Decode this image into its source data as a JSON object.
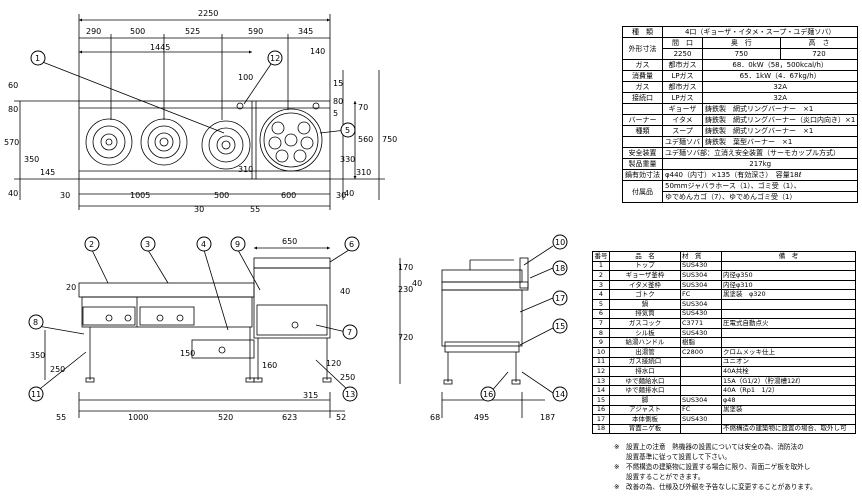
{
  "spec_table": [
    {
      "label": "種　類",
      "value": "4口（ギョーザ・イタメ・スープ・ユデ麺ソバ）"
    },
    {
      "label": "外形寸法",
      "sub": [
        "間　口",
        "奥　行",
        "高　さ"
      ]
    },
    {
      "label": "",
      "sub": [
        "2250",
        "750",
        "720"
      ]
    },
    {
      "label": "ガス",
      "label2": "都市ガス",
      "value": "68．0kW（58，500kcal/h）"
    },
    {
      "label": "消費量",
      "label2": "LPガス",
      "value": "65．1kW（4．67kg/h）"
    },
    {
      "label": "ガス",
      "label2": "都市ガス",
      "value": "32A"
    },
    {
      "label": "接続口",
      "label2": "LPガス",
      "value": "32A"
    },
    {
      "label": "",
      "label2": "ギョーザ",
      "value": "鋳鉄製　網式リングバーナー　×1"
    },
    {
      "label": "バーナー",
      "label2": "イタメ",
      "value": "鋳鉄製　網式リングバーナー（炎口内向き）×1"
    },
    {
      "label": "種類",
      "label2": "スープ",
      "value": "鋳鉄製　網式リングバーナー　×1"
    },
    {
      "label": "",
      "label2": "ユデ麺ソバ",
      "value": "鋳鉄製　葉型バーナー　×1"
    },
    {
      "label": "安全装置",
      "value": "ユデ麺ソバ部：立消え安全装置（サーモカップル方式）"
    },
    {
      "label": "製品重量",
      "value": "217kg"
    },
    {
      "label": "鍋有効寸法",
      "value": "φ440（内寸）×135（有効深さ）　容量18ℓ"
    },
    {
      "label": "付属品",
      "value": "50mmジャバラホース（1）、ゴミ受（1）、"
    },
    {
      "label": "",
      "value": "ゆでめんカゴ（7）、ゆでめんゴミ受（1）"
    }
  ],
  "parts_header": [
    "番号",
    "品　名",
    "材　質",
    "備　考"
  ],
  "parts": [
    [
      "1",
      "トップ",
      "SUS430",
      ""
    ],
    [
      "2",
      "ギョーザ釜枠",
      "SUS304",
      "内径φ350"
    ],
    [
      "3",
      "イタメ釜枠",
      "SUS304",
      "内径φ310"
    ],
    [
      "4",
      "ゴトク",
      "FC",
      "黒塗装　φ320"
    ],
    [
      "5",
      "鍋",
      "SUS304",
      ""
    ],
    [
      "6",
      "排気筒",
      "SUS430",
      ""
    ],
    [
      "7",
      "ガスコック",
      "C3771",
      "圧電式自動点火"
    ],
    [
      "8",
      "シル板",
      "SUS430",
      ""
    ],
    [
      "9",
      "給湯ハンドル",
      "樹脂",
      ""
    ],
    [
      "10",
      "出湯管",
      "C2800",
      "クロムメッキ仕上"
    ],
    [
      "11",
      "ガス接続口",
      "",
      "ユニオン"
    ],
    [
      "12",
      "排水口",
      "",
      "40A共栓"
    ],
    [
      "13",
      "ゆで麺給水口",
      "",
      "15A（G1/2）（貯湯槽12ℓ）"
    ],
    [
      "14",
      "ゆで麺排水口",
      "",
      "40A（Rp1　1/2）"
    ],
    [
      "15",
      "脚",
      "SUS304",
      "φ48"
    ],
    [
      "16",
      "アジャスト",
      "FC",
      "黒塗装"
    ],
    [
      "17",
      "本体側板",
      "SUS430",
      ""
    ],
    [
      "18",
      "背面ニゲ板",
      "",
      "不燃構造の建築物に設置の場合、取外し可"
    ]
  ],
  "notes": [
    "設置上の注意　熱機器の設置については安全の為、消防法の",
    "設置基準に従って設置して下さい。",
    "不燃構造の建築物に設置する場合に限り、背面ニゲ板を取外し",
    "設置することができます。",
    "改善の為、仕様及び外観を予告なしに変更することがあります。"
  ],
  "note_mark": "※",
  "dims": {
    "top_total": "2250",
    "top_row": [
      "290",
      "500",
      "525",
      "590",
      "345"
    ],
    "d1445": "1445",
    "d140": "140",
    "left_v": [
      "60",
      "80",
      "570",
      "350",
      "145",
      "40"
    ],
    "d100": "100",
    "right_v1": [
      "15",
      "80",
      "5"
    ],
    "right_v2": [
      "70",
      "560",
      "750",
      "330",
      "310",
      "40"
    ],
    "bottom_plan": [
      "30",
      "1005",
      "500",
      "600",
      "30"
    ],
    "bottom_plan2": [
      "30",
      "55"
    ],
    "d310": "310",
    "front_top": "650",
    "front_20": "20",
    "front_40": "40",
    "front_left": [
      "350",
      "250"
    ],
    "front_mid": [
      "150"
    ],
    "front_right": [
      "160",
      "120",
      "250"
    ],
    "front_bottom": [
      "55",
      "1000",
      "520",
      "623",
      "52"
    ],
    "front_315": "315",
    "side_left": [
      "170",
      "230",
      "720"
    ],
    "side_bottom": [
      "68",
      "495",
      "187"
    ],
    "side_40": "40"
  },
  "callouts": [
    "1",
    "2",
    "3",
    "4",
    "5",
    "6",
    "7",
    "8",
    "9",
    "10",
    "11",
    "12",
    "13",
    "14",
    "15",
    "16",
    "17",
    "18"
  ]
}
